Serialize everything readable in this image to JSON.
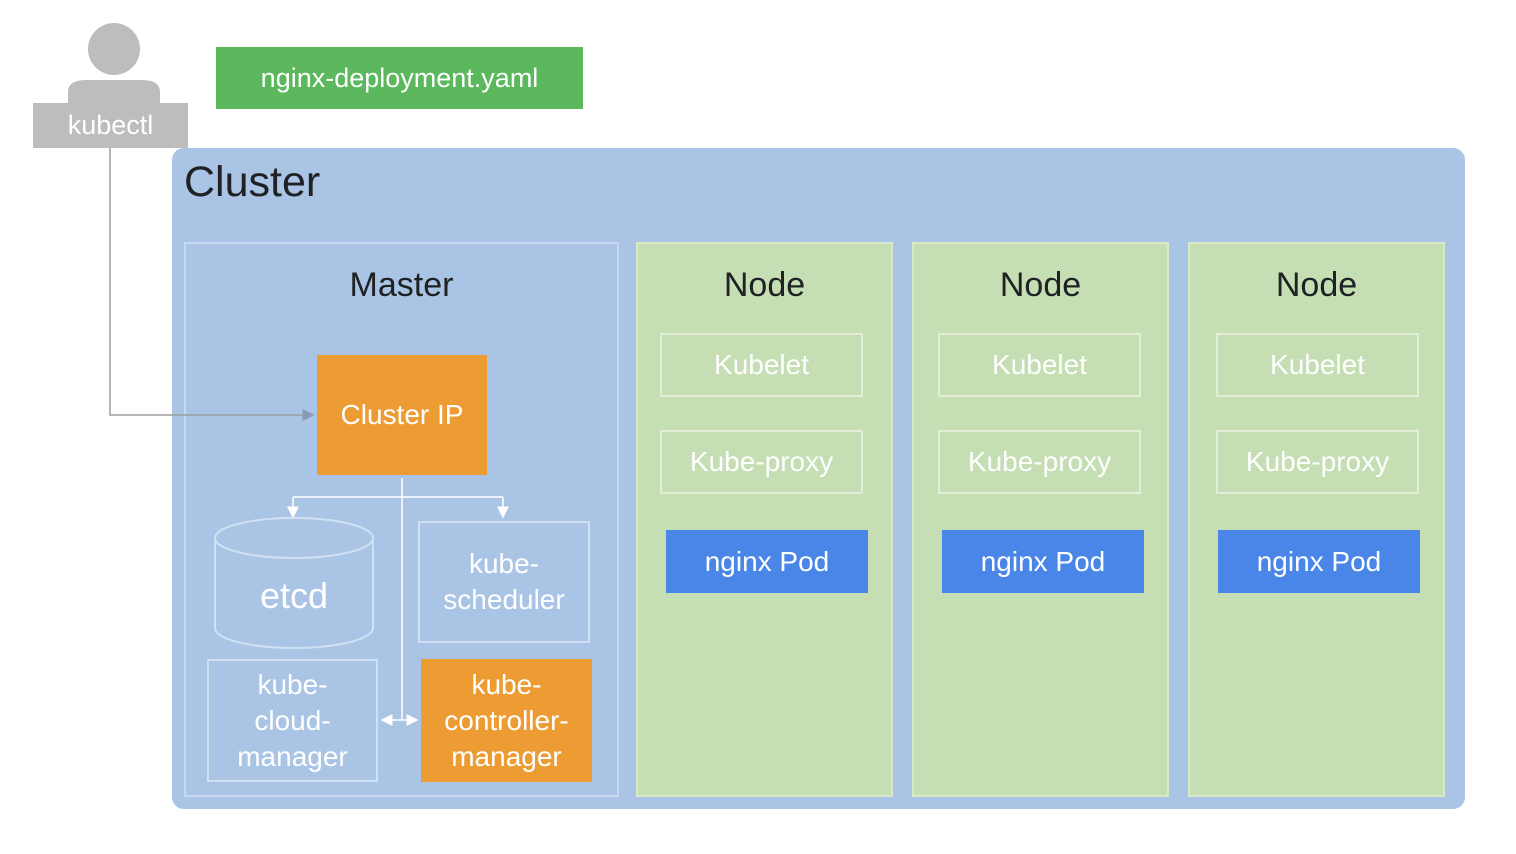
{
  "user": {
    "label": "kubectl"
  },
  "file": {
    "name": "nginx-deployment.yaml"
  },
  "cluster": {
    "title": "Cluster",
    "master": {
      "title": "Master",
      "cluster_ip": "Cluster IP",
      "etcd": "etcd",
      "scheduler": "kube-\nscheduler",
      "cloud_manager": "kube-\ncloud-\nmanager",
      "controller_manager": "kube-\ncontroller-\nmanager"
    },
    "nodes": [
      {
        "title": "Node",
        "kubelet": "Kubelet",
        "proxy": "Kube-proxy",
        "pod": "nginx Pod"
      },
      {
        "title": "Node",
        "kubelet": "Kubelet",
        "proxy": "Kube-proxy",
        "pod": "nginx Pod"
      },
      {
        "title": "Node",
        "kubelet": "Kubelet",
        "proxy": "Kube-proxy",
        "pod": "nginx Pod"
      }
    ]
  },
  "colors": {
    "cluster_bg": "#a9c4e4",
    "node_bg": "#c5deb3",
    "highlight_orange": "#ed9c33",
    "pod_blue": "#4a86e8",
    "file_green": "#5cb85c",
    "user_gray": "#bdbdbd"
  }
}
